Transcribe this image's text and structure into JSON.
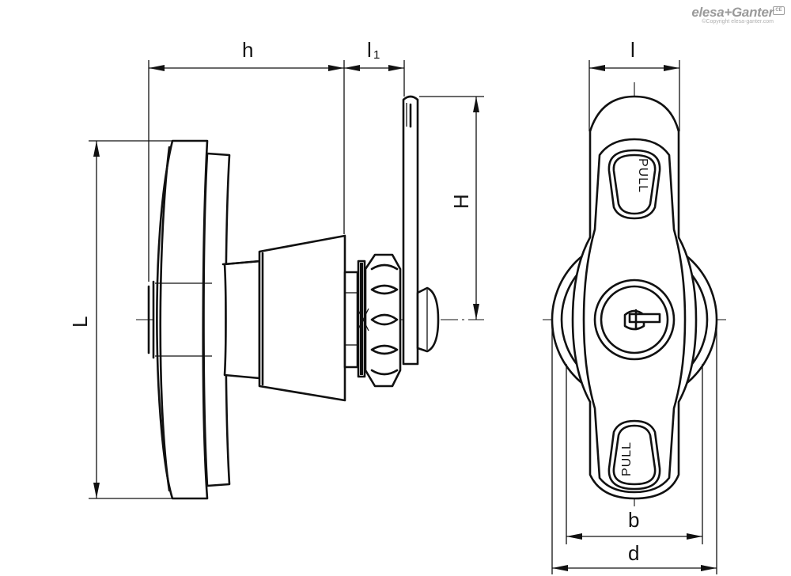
{
  "brand": {
    "name": "elesa+Ganter",
    "copyright": "©Copyright elesa-ganter.com",
    "badge": "CE"
  },
  "dimensions": {
    "h": "h",
    "l1_main": "l",
    "l1_sub": "1",
    "H": "H",
    "L": "L",
    "l": "l",
    "b": "b",
    "d": "d"
  },
  "labels": {
    "pull_top": "PULL",
    "pull_bottom": "PULL"
  }
}
